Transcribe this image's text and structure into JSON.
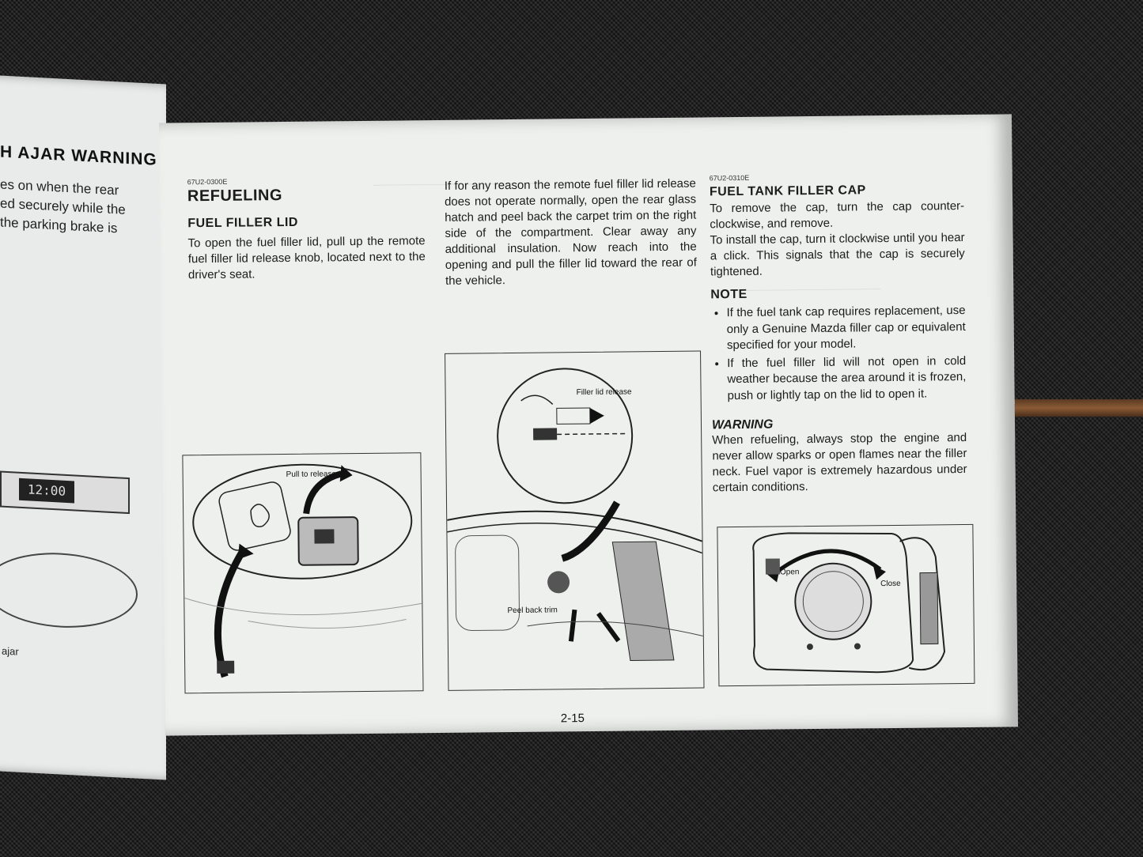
{
  "left_page": {
    "title": "H AJAR WARNING",
    "lines": [
      "es on when the rear",
      "ed securely while the",
      "the parking brake is"
    ],
    "figure_label": "ajar",
    "clock_display": "12:00"
  },
  "refueling": {
    "code": "67U2-0300E",
    "title": "REFUELING",
    "subtitle": "FUEL FILLER LID",
    "text": "To open the fuel filler lid, pull up the remote fuel filler lid release knob, located next to the driver's seat.",
    "figure_label": "Pull to release"
  },
  "middle": {
    "text": "If for any reason the remote fuel filler lid release does not operate normally, open the rear glass hatch and peel back the carpet trim on the right side of the compartment. Clear away any additional insulation. Now reach into the opening and pull the filler lid toward the rear of the vehicle.",
    "figure_label_top": "Filler lid release",
    "figure_label_bottom": "Peel back trim"
  },
  "cap": {
    "code": "67U2-0310E",
    "title": "FUEL TANK FILLER CAP",
    "remove_text": "To remove the cap, turn the cap counter-clockwise, and remove.",
    "install_text": "To install the cap, turn it clockwise until you hear a click. This signals that the cap is securely tightened.",
    "note_title": "NOTE",
    "notes": [
      "If the fuel tank cap requires replacement, use only a Genuine Mazda filler cap or equivalent specified for your model.",
      "If the fuel filler lid will not open in cold weather because the area around it is frozen, push or lightly tap on the lid to open it."
    ],
    "warning_title": "WARNING",
    "warning_text": "When refueling, always stop the engine and never allow sparks or open flames near the filler neck. Fuel vapor is extremely hazardous under certain conditions.",
    "figure_open": "Open",
    "figure_close": "Close"
  },
  "page_number": "2-15"
}
